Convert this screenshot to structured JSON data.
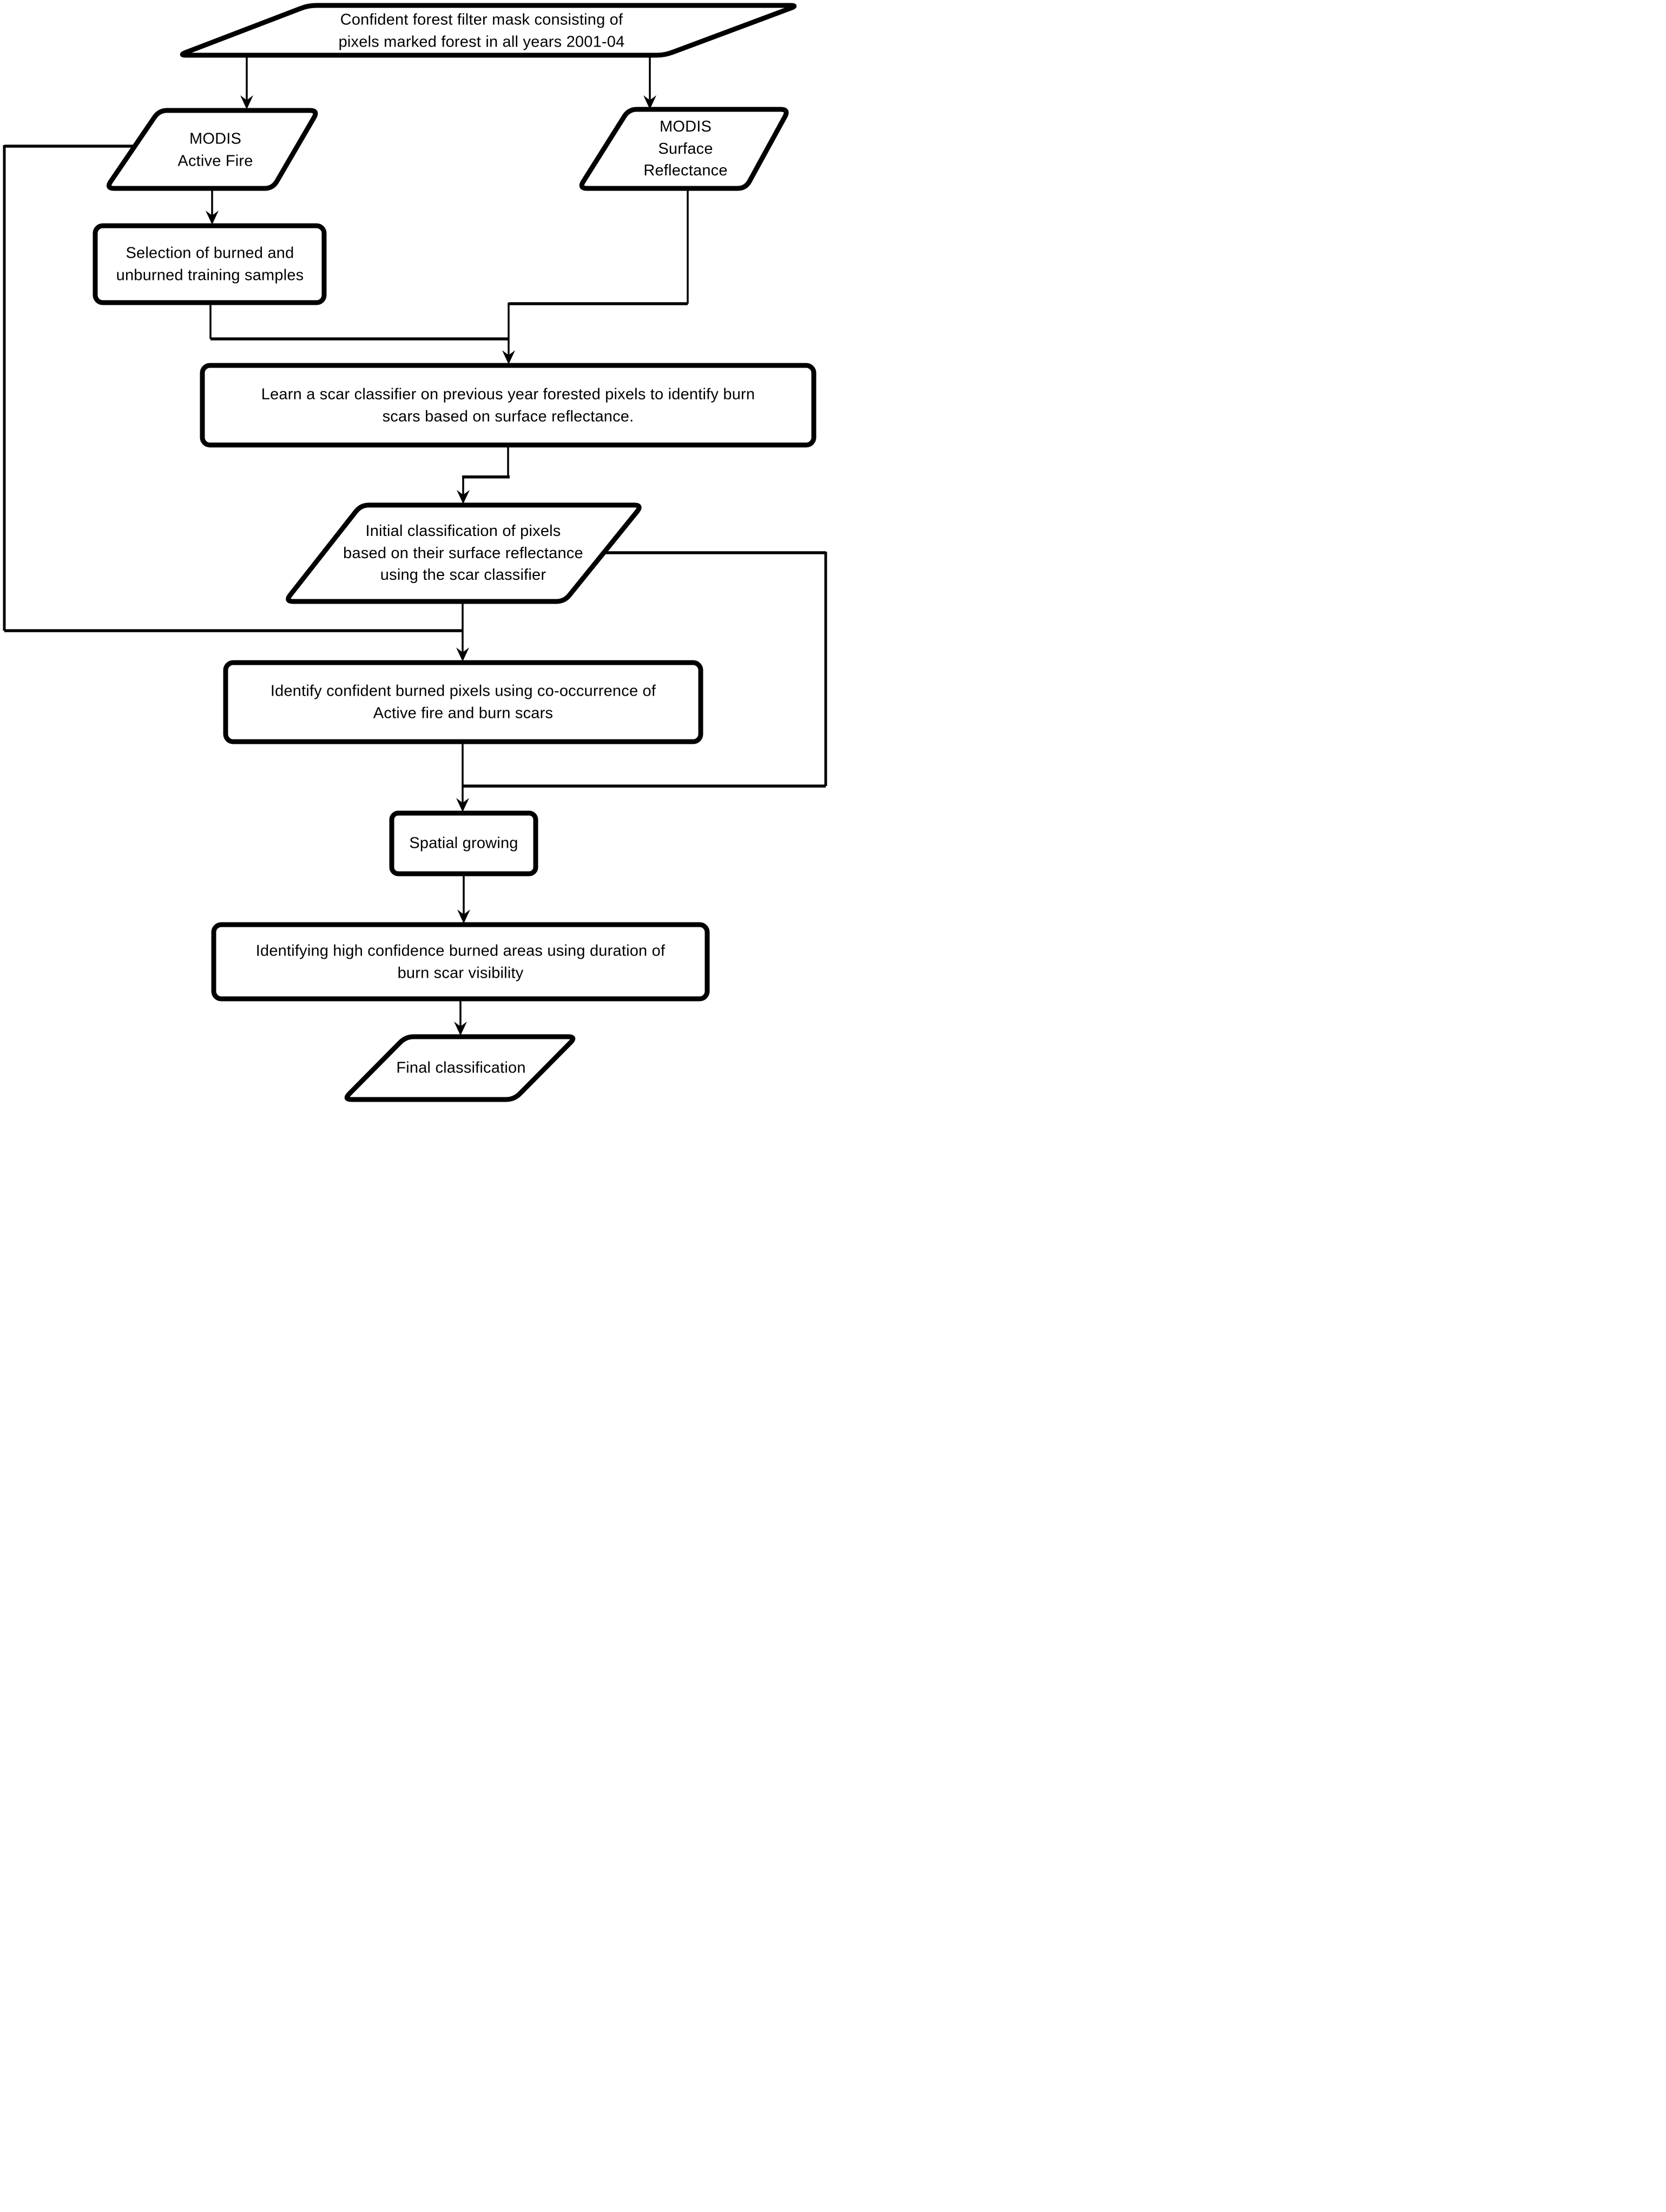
{
  "diagram": {
    "type": "flowchart",
    "colors": {
      "ink": "#000000",
      "paper": "#ffffff"
    },
    "nodes": [
      {
        "id": "forest-mask",
        "shape": "parallelogram",
        "label": "Confident forest filter mask consisting of\npixels marked forest in all years 2001-04"
      },
      {
        "id": "modis-active-fire",
        "shape": "parallelogram",
        "label": "MODIS\nActive Fire"
      },
      {
        "id": "modis-surface-reflectance",
        "shape": "parallelogram",
        "label": "MODIS\nSurface\nReflectance"
      },
      {
        "id": "training-samples",
        "shape": "process",
        "label": "Selection of burned and\nunburned training samples"
      },
      {
        "id": "learn-classifier",
        "shape": "process",
        "label": "Learn a scar classifier on previous year forested pixels to identify burn\nscars based on surface reflectance."
      },
      {
        "id": "initial-classification",
        "shape": "parallelogram",
        "label": "Initial classification of pixels\nbased on their surface reflectance\nusing the scar classifier"
      },
      {
        "id": "identify-confident",
        "shape": "process",
        "label": "Identify confident burned pixels using co-occurrence of\nActive fire and burn scars"
      },
      {
        "id": "spatial-growing",
        "shape": "process",
        "label": "Spatial growing"
      },
      {
        "id": "high-confidence",
        "shape": "process",
        "label": "Identifying high confidence burned areas using duration of\nburn scar visibility"
      },
      {
        "id": "final-classification",
        "shape": "parallelogram",
        "label": "Final classification"
      }
    ],
    "edges": [
      {
        "from": "forest-mask",
        "to": "modis-active-fire"
      },
      {
        "from": "forest-mask",
        "to": "modis-surface-reflectance"
      },
      {
        "from": "modis-active-fire",
        "to": "training-samples"
      },
      {
        "from": "modis-surface-reflectance",
        "to": "learn-classifier"
      },
      {
        "from": "training-samples",
        "to": "learn-classifier"
      },
      {
        "from": "learn-classifier",
        "to": "initial-classification"
      },
      {
        "from": "initial-classification",
        "to": "identify-confident"
      },
      {
        "from": "modis-active-fire",
        "to": "identify-confident"
      },
      {
        "from": "initial-classification",
        "to": "spatial-growing"
      },
      {
        "from": "identify-confident",
        "to": "spatial-growing"
      },
      {
        "from": "spatial-growing",
        "to": "high-confidence"
      },
      {
        "from": "high-confidence",
        "to": "final-classification"
      }
    ]
  }
}
